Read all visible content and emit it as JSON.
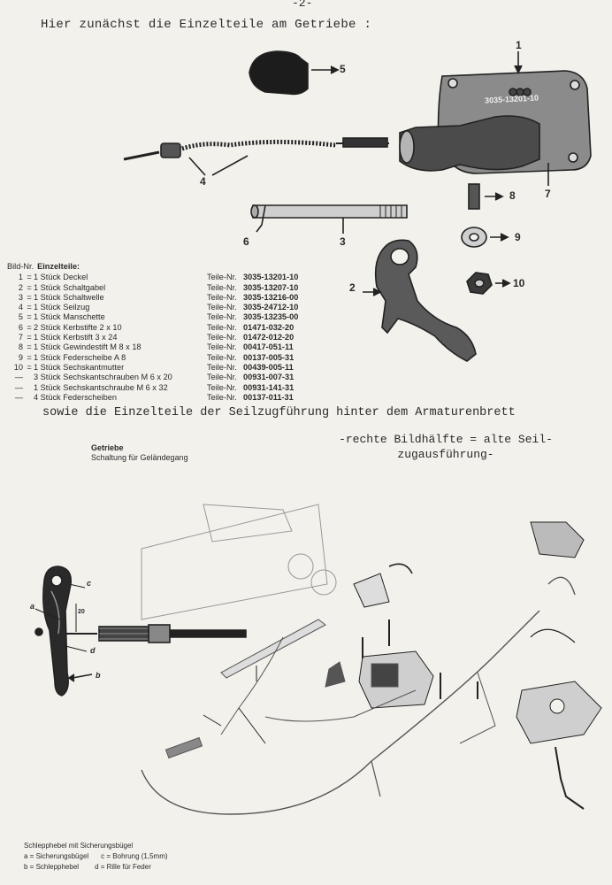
{
  "page_number": "-2-",
  "heading": "Hier zunächst die Einzelteile am Getriebe :",
  "callouts": {
    "c1": "1",
    "c2": "2",
    "c3": "3",
    "c4": "4",
    "c5": "5",
    "c6": "6",
    "c7": "7",
    "c8": "8",
    "c9": "9",
    "c10": "10"
  },
  "cover_part_number": "3035-13201-10",
  "parts_list": {
    "col_label": "Bild-Nr.",
    "title": "Einzelteile:",
    "items": [
      {
        "no": "1",
        "eq": "=",
        "desc": "1 Stück Deckel",
        "label": "Teile-Nr.",
        "number": "3035-13201-10"
      },
      {
        "no": "2",
        "eq": "=",
        "desc": "1 Stück Schaltgabel",
        "label": "Teile-Nr.",
        "number": "3035-13207-10"
      },
      {
        "no": "3",
        "eq": "=",
        "desc": "1 Stück Schaltwelle",
        "label": "Teile-Nr.",
        "number": "3035-13216-00"
      },
      {
        "no": "4",
        "eq": "=",
        "desc": "1 Stück Seilzug",
        "label": "Teile-Nr.",
        "number": "3035-24712-10"
      },
      {
        "no": "5",
        "eq": "=",
        "desc": "1 Stück Manschette",
        "label": "Teile-Nr.",
        "number": "3035-13235-00"
      },
      {
        "no": "6",
        "eq": "=",
        "desc": "2 Stück Kerbstifte 2 x 10",
        "label": "Teile-Nr.",
        "number": "01471-032-20"
      },
      {
        "no": "7",
        "eq": "=",
        "desc": "1 Stück Kerbstift 3 x 24",
        "label": "Teile-Nr.",
        "number": "01472-012-20"
      },
      {
        "no": "8",
        "eq": "=",
        "desc": "1 Stück Gewindestift M 8 x 18",
        "label": "Teile-Nr.",
        "number": "00417-051-11"
      },
      {
        "no": "9",
        "eq": "=",
        "desc": "1 Stück Federscheibe A 8",
        "label": "Teile-Nr.",
        "number": "00137-005-31"
      },
      {
        "no": "10",
        "eq": "=",
        "desc": "1 Stück Sechskantmutter",
        "label": "Teile-Nr.",
        "number": "00439-005-11"
      },
      {
        "no": "—",
        "eq": "",
        "desc": "3 Stück Sechskantschrauben M 6 x 20",
        "label": "Teile-Nr.",
        "number": "00931-007-31"
      },
      {
        "no": "—",
        "eq": "",
        "desc": "1 Stück Sechskantschraube M 6 x 32",
        "label": "Teile-Nr.",
        "number": "00931-141-31"
      },
      {
        "no": "—",
        "eq": "",
        "desc": "4 Stück Federscheiben",
        "label": "Teile-Nr.",
        "number": "00137-011-31"
      }
    ]
  },
  "mid_line": "sowie die Einzelteile der Seilzugführung hinter dem Armaturenbrett",
  "note_line1": "-rechte Bildhälfte = alte Seil-",
  "note_line2": "zugausführung-",
  "section_title": "Getriebe",
  "section_subtitle": "Schaltung für Geländegang",
  "diagram_labels": {
    "a": "a",
    "b": "b",
    "c": "c",
    "d": "d",
    "dim": "20"
  },
  "legend": {
    "title": "Schlepphebel mit Sicherungsbügel",
    "a": "a = Sicherungsbügel",
    "c": "c = Bohrung (1,5mm)",
    "b": "b = Schlepphebel",
    "d": "d = Rille für Feder"
  }
}
